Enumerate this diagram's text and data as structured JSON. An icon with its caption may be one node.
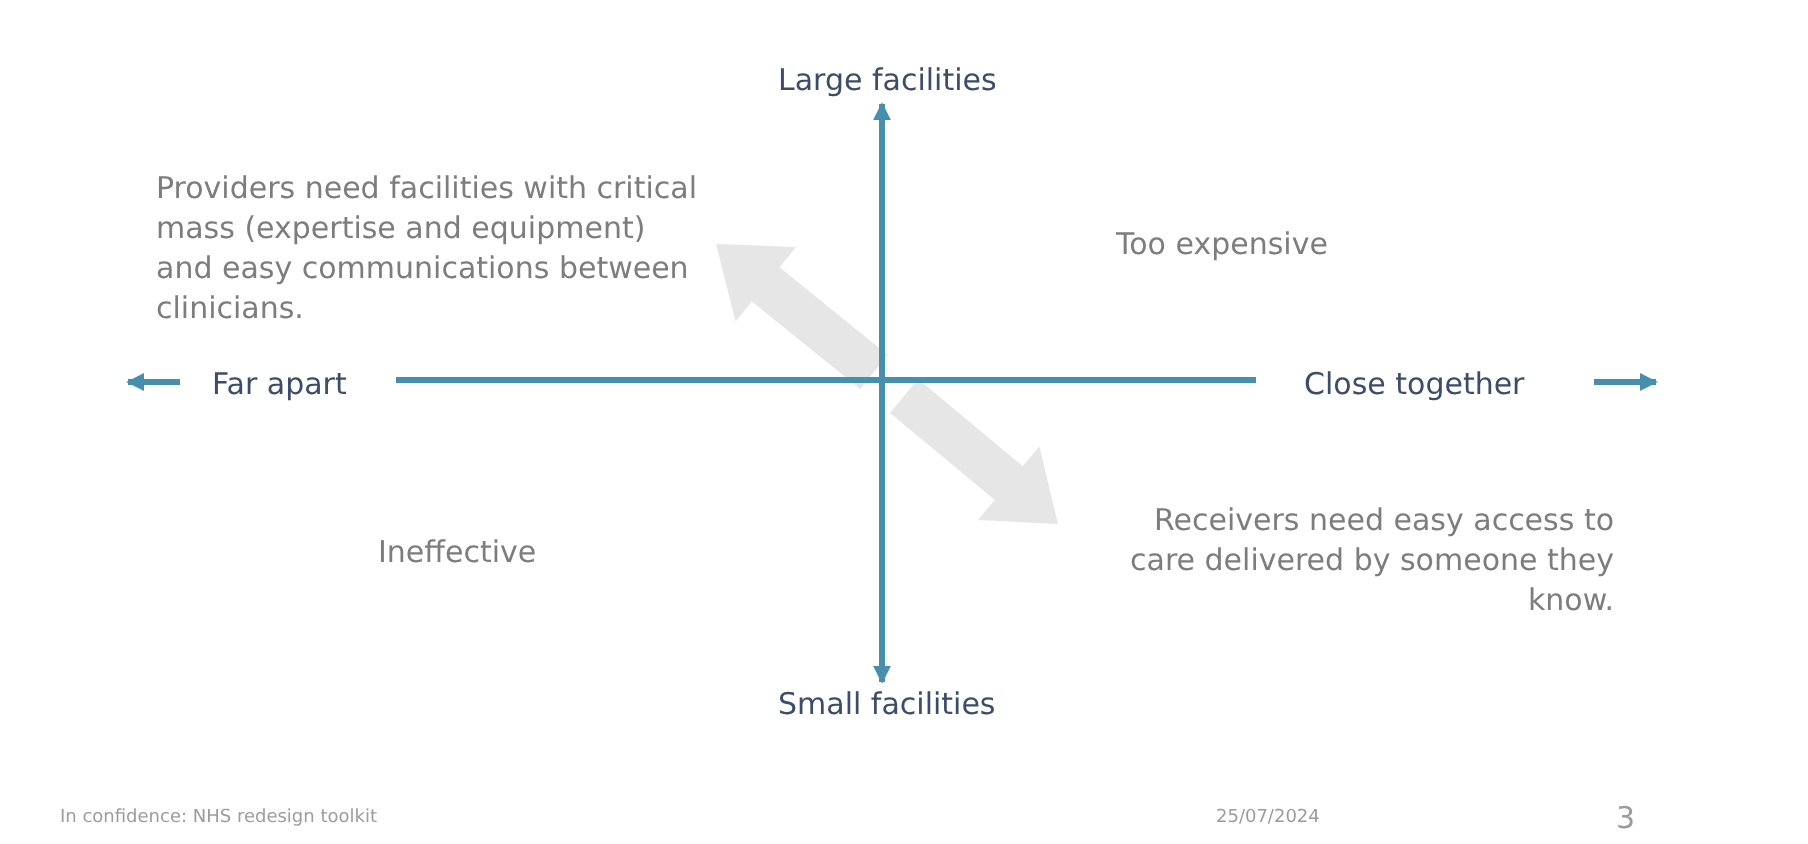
{
  "diagram": {
    "labels": [
      "Large facilities",
      "Providers need facilities with critical mass (expertise and equipment) and easy communications between clinicians.",
      "Too expensive",
      "Far apart",
      "Close together",
      "Receivers need easy access to care delivered by someone they know.",
      "Ineffective",
      "Small facilities",
      "In confidence: NHS redesign toolkit",
      "25/07/2024",
      "3"
    ]
  }
}
